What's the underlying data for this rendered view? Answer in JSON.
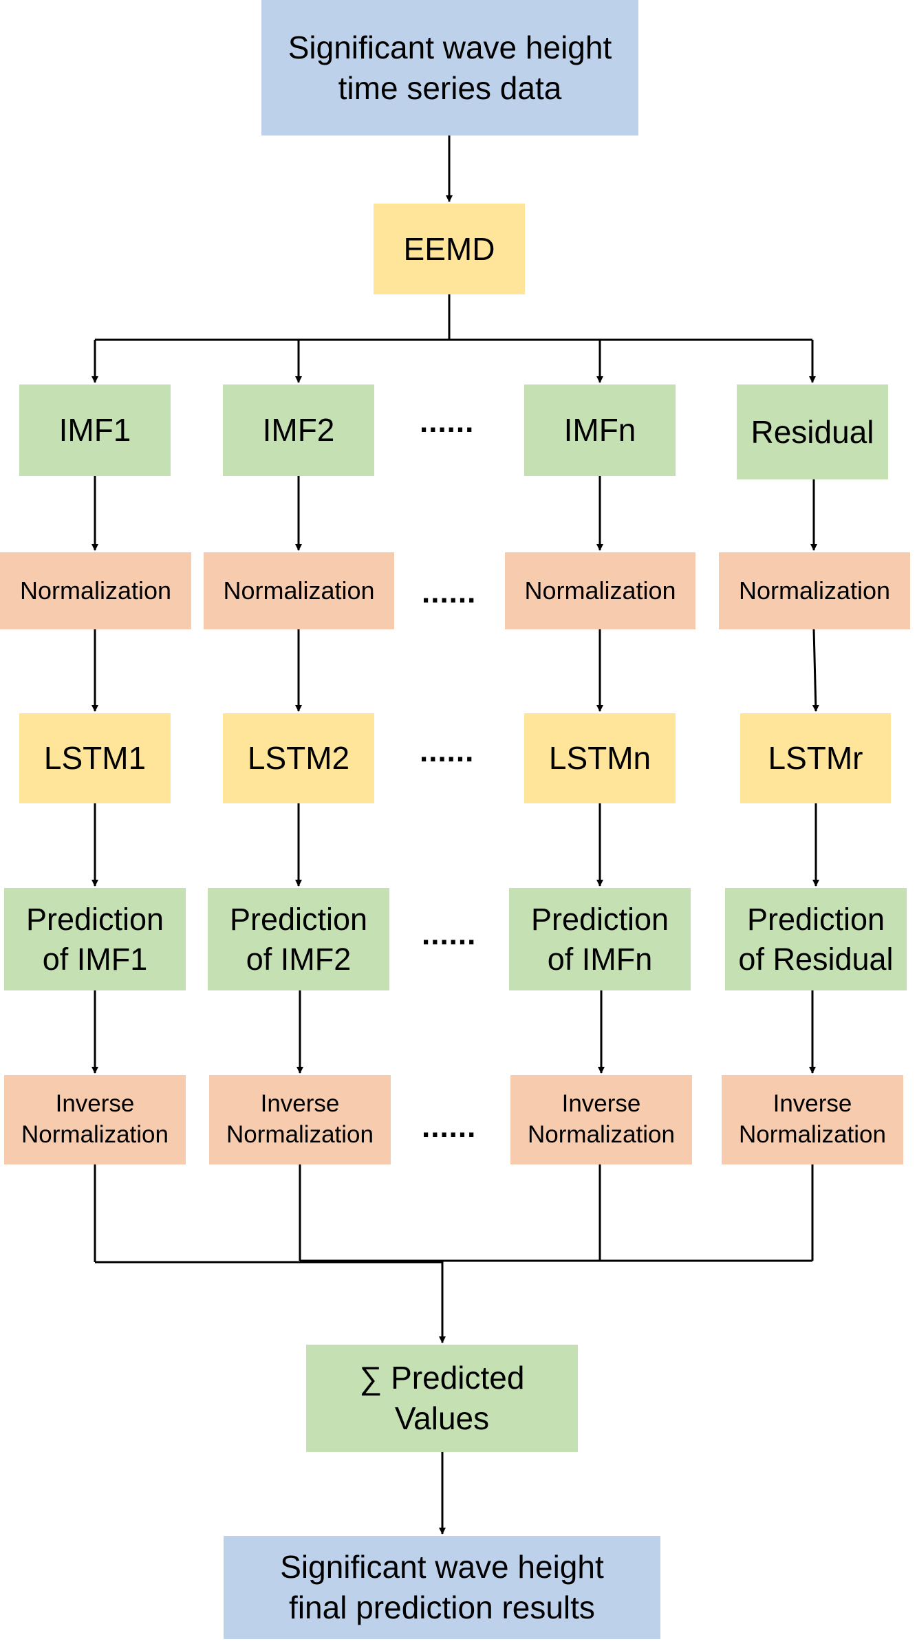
{
  "input": {
    "line1": "Significant wave height",
    "line2": "time series data"
  },
  "decomposition": {
    "label": "EEMD"
  },
  "components": [
    "IMF1",
    "IMF2",
    "IMFn",
    "Residual"
  ],
  "normalization": {
    "label": "Normalization"
  },
  "models": [
    "LSTM1",
    "LSTM2",
    "LSTMn",
    "LSTMr"
  ],
  "predictions": [
    {
      "line1": "Prediction",
      "line2": "of IMF1"
    },
    {
      "line1": "Prediction",
      "line2": "of IMF2"
    },
    {
      "line1": "Prediction",
      "line2": "of IMFn"
    },
    {
      "line1": "Prediction",
      "line2": "of Residual"
    }
  ],
  "inverse": {
    "line1": "Inverse",
    "line2": "Normalization"
  },
  "ellipsis": "......",
  "sum": {
    "line1": "∑ Predicted",
    "line2": "Values"
  },
  "output": {
    "line1": "Significant wave height",
    "line2": "final prediction results"
  },
  "colors": {
    "blue": "#bdd1ea",
    "yellow": "#fee59a",
    "green": "#c5e0b3",
    "peach": "#f7cbad",
    "line": "#000000"
  }
}
